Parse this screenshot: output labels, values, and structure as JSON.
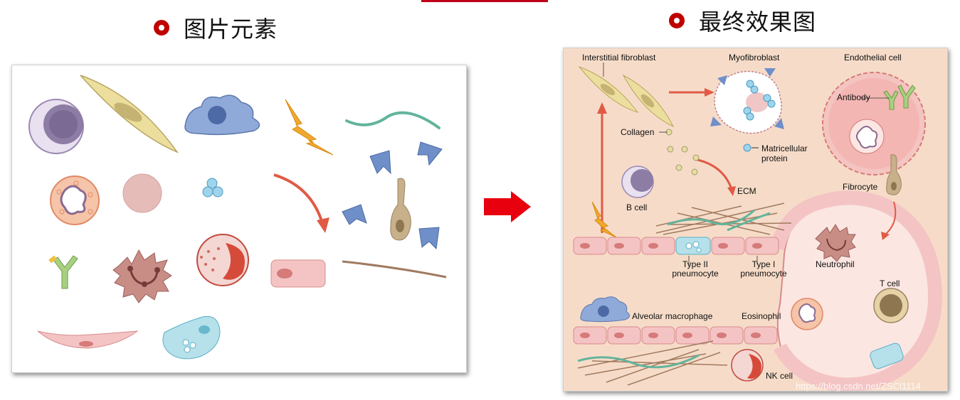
{
  "left_heading": "图片元素",
  "right_heading": "最终效果图",
  "labels": {
    "interstitial_fibroblast": "Interstitial fibroblast",
    "myofibroblast": "Myofibroblast",
    "endothelial_cell": "Endothelial cell",
    "antibody": "Antibody",
    "collagen": "Collagen",
    "matricellular_protein_line1": "Matricellular",
    "matricellular_protein_line2": "protein",
    "ecm": "ECM",
    "fibrocyte": "Fibrocyte",
    "b_cell": "B cell",
    "type2_line1": "Type II",
    "type2_line2": "pneumocyte",
    "type1_line1": "Type I",
    "type1_line2": "pneumocyte",
    "neutrophil": "Neutrophil",
    "t_cell": "T cell",
    "alveolar_macrophage": "Alveolar macrophage",
    "eosinophil": "Eosinophil",
    "nk_cell": "NK cell"
  },
  "watermark": "https://blog.csdn.net/ZSCl1114",
  "colors": {
    "accent_red": "#c00000",
    "arrow_red": "#e8000e",
    "panel_bg": "#f6dcc8",
    "epithelial": "#f3c3c3",
    "fibroblast": "#e8dc9a",
    "macrophage": "#8fa8d8"
  }
}
